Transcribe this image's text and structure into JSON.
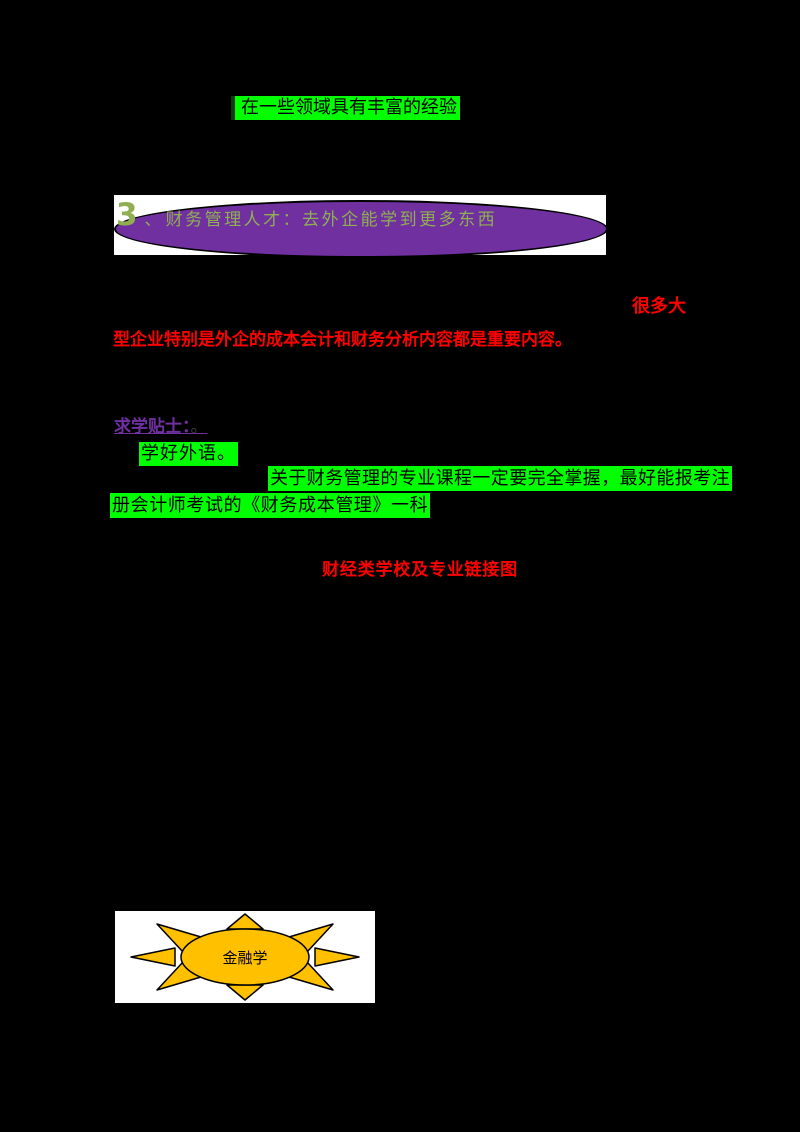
{
  "page": {
    "background": "#000000"
  },
  "intro_highlight": {
    "text": "在一些领域具有丰富的经验",
    "highlight_color": "#00FF00"
  },
  "section_banner": {
    "number": "3",
    "bullet": "、",
    "title": "财务管理人才：去外企能学到更多东西",
    "ellipse_color": "#7030A0",
    "title_color": "#8FAF52",
    "box_bg": "#FFFFFF"
  },
  "paragraph_red": {
    "fragment": "很多大",
    "line": "型企业特别是外企的成本会计和财务分析内容都是重要内容。",
    "color": "#FF0000"
  },
  "advice": {
    "heading": "求学贴士：",
    "heading_color": "#7030A0",
    "heading_period": "。",
    "tip1": "学好外语。",
    "tip2_line1": "关于财务管理的专业课程一定要完全掌握，最好能报考注",
    "tip2_line2": "册会计师考试的《财务成本管理》一科",
    "highlight_color": "#00FF00"
  },
  "link_heading": {
    "text": "财经类学校及专业链接图",
    "color": "#FF0000"
  },
  "major_diagram": {
    "label": "金融学",
    "sun_color": "#FFC000",
    "outline_color": "#000000",
    "box_bg": "#FFFFFF"
  }
}
